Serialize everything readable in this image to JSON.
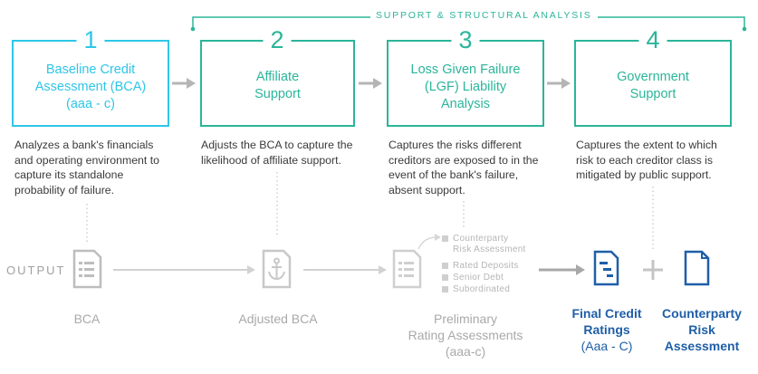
{
  "banner": {
    "label": "SUPPORT & STRUCTURAL ANALYSIS"
  },
  "steps": [
    {
      "number": "1",
      "title_line1": "Baseline Credit",
      "title_line2": "Assessment (BCA)",
      "title_line3": "(aaa - c)",
      "description": [
        "Analyzes a bank's financials",
        "and operating environment to",
        "capture its standalone",
        "probability of failure."
      ]
    },
    {
      "number": "2",
      "title_line1": "Affiliate",
      "title_line2": "Support",
      "title_line3": "",
      "description": [
        "Adjusts the BCA to capture the",
        "likelihood of affiliate support."
      ]
    },
    {
      "number": "3",
      "title_line1": "Loss Given Failure",
      "title_line2": "(LGF) Liability",
      "title_line3": "Analysis",
      "description": [
        "Captures the risks different",
        "creditors are exposed to in the",
        "event of the bank's failure,",
        "absent support."
      ]
    },
    {
      "number": "4",
      "title_line1": "Government",
      "title_line2": "Support",
      "title_line3": "",
      "description": [
        "Captures the extent to which",
        "risk to each creditor class is",
        "mitigated by public support."
      ]
    }
  ],
  "output": {
    "label": "OUTPUT",
    "items": [
      {
        "label_line1": "BCA",
        "label_line2": "",
        "label_line3": ""
      },
      {
        "label_line1": "Adjusted BCA",
        "label_line2": "",
        "label_line3": ""
      },
      {
        "label_line1": "Preliminary",
        "label_line2": "Rating Assessments",
        "label_line3": "(aaa-c)"
      }
    ],
    "bullets": [
      "Counterparty",
      "Risk Assessment",
      "Rated Deposits",
      "Senior Debt",
      "Subordinated"
    ],
    "final_credit": {
      "line1": "Final Credit",
      "line2": "Ratings",
      "line3": "(Aaa - C)"
    },
    "counterparty": {
      "line1": "Counterparty",
      "line2": "Risk",
      "line3": "Assessment"
    },
    "plus": "+"
  },
  "colors": {
    "teal": "#2bb59a",
    "cyan": "#2ec6e8",
    "gray": "#a9a9a9",
    "navy": "#1f5fa8"
  },
  "icons": [
    "document-icon",
    "anchor-document-icon",
    "document-icon",
    "document-icon",
    "blank-document-icon"
  ]
}
